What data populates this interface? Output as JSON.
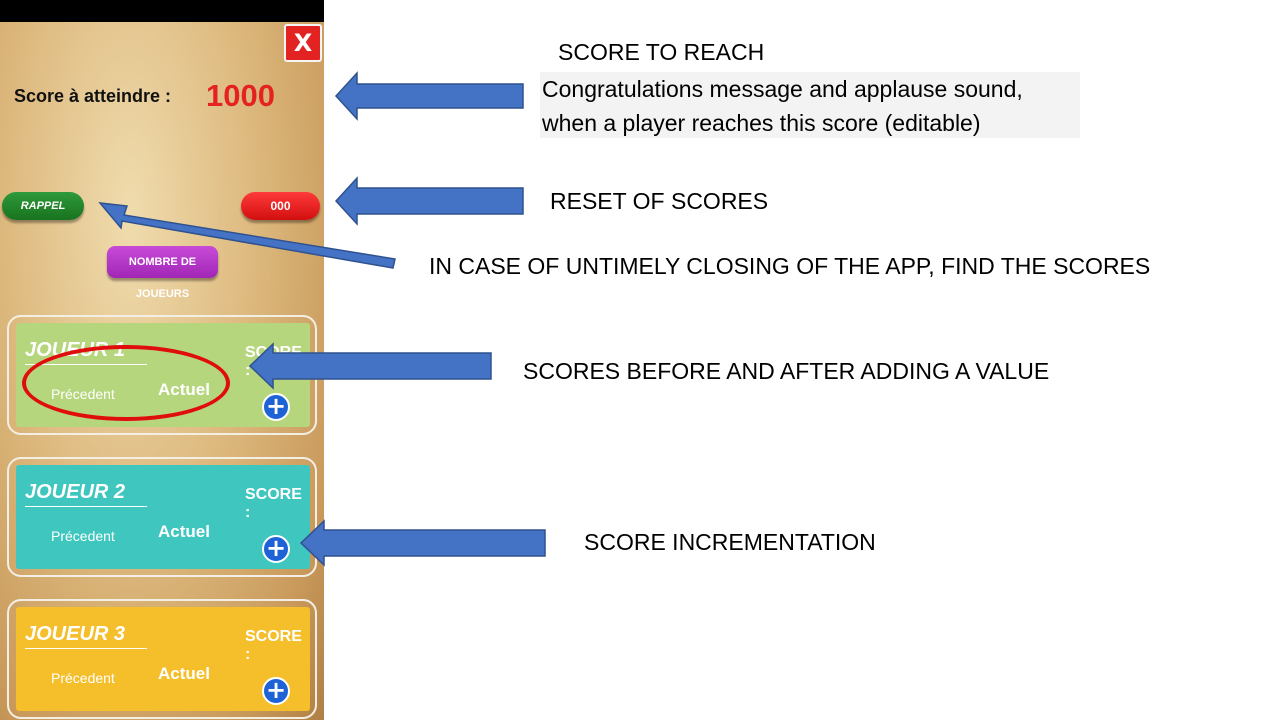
{
  "app": {
    "close_label": "X",
    "score_target_label": "Score à atteindre :",
    "score_target_value": "1000",
    "buttons": {
      "rappel": "RAPPEL",
      "reset": "000",
      "players": "NOMBRE DE JOUEURS"
    },
    "players": [
      {
        "name": "JOUEUR 1",
        "score_label": "SCORE :",
        "previous": "Précedent",
        "current": "Actuel",
        "plus": "+",
        "color": "#b6d67e"
      },
      {
        "name": "JOUEUR 2",
        "score_label": "SCORE :",
        "previous": "Précedent",
        "current": "Actuel",
        "plus": "+",
        "color": "#3fc6be"
      },
      {
        "name": "JOUEUR 3",
        "score_label": "SCORE :",
        "previous": "Précedent",
        "current": "Actuel",
        "plus": "+",
        "color": "#f5be2b"
      }
    ]
  },
  "annotations": {
    "score_to_reach_title": "SCORE TO REACH",
    "score_to_reach_desc_line1": "Congratulations message and applause sound,",
    "score_to_reach_desc_line2": "when a player reaches this score (editable)",
    "reset_scores": "RESET OF SCORES",
    "untimely_closing": "IN CASE OF UNTIMELY CLOSING OF THE APP, FIND THE SCORES",
    "before_after": "SCORES BEFORE AND AFTER ADDING A VALUE",
    "incrementation": "SCORE INCREMENTATION"
  },
  "colors": {
    "arrow": "#4472c4",
    "arrow_outline": "#2f528f",
    "highlight_ellipse": "#e00d0d"
  }
}
